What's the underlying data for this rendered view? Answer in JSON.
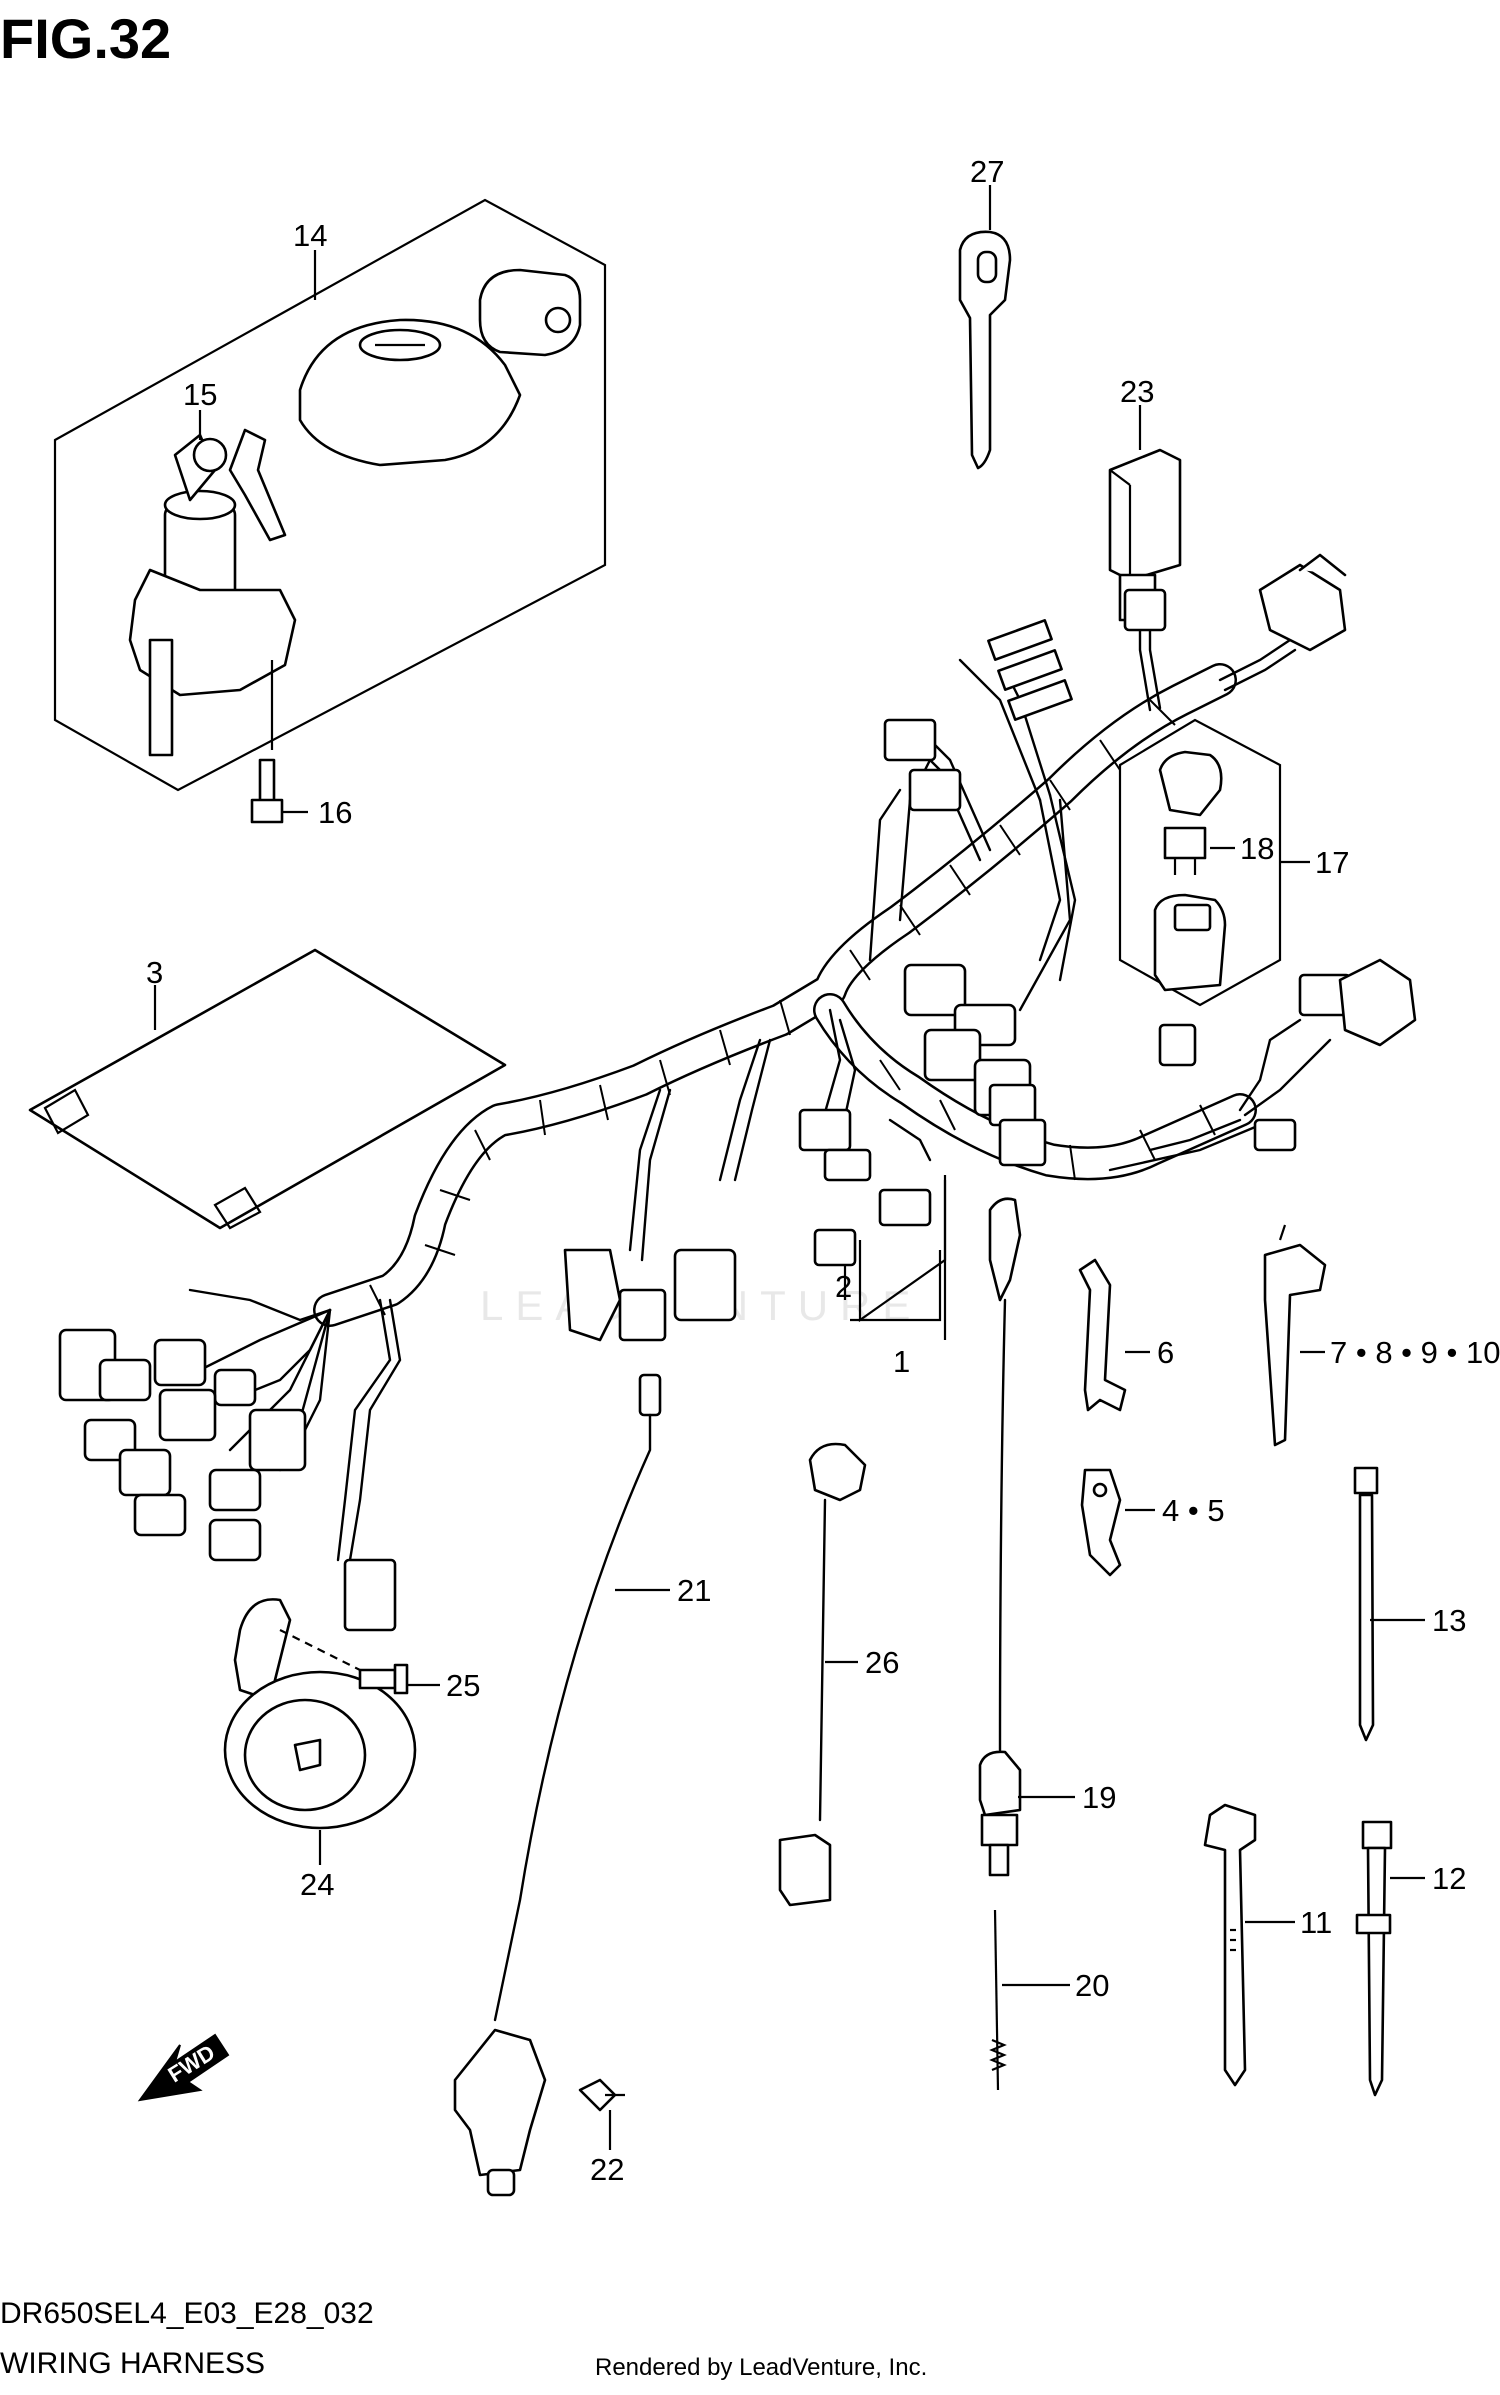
{
  "figure": {
    "title": "FIG.32",
    "diagram_code": "DR650SEL4_E03_E28_032",
    "name": "WIRING HARNESS",
    "credit": "Rendered by LeadVenture, Inc.",
    "watermark": "LEADVENTURE",
    "fwd_label": "FWD"
  },
  "callouts": {
    "c1": "1",
    "c2": "2",
    "c3": "3",
    "c4_5": "4 • 5",
    "c6": "6",
    "c7_10": "7 • 8 • 9 • 10",
    "c11": "11",
    "c12": "12",
    "c13": "13",
    "c14": "14",
    "c15": "15",
    "c16": "16",
    "c17": "17",
    "c18": "18",
    "c19": "19",
    "c20": "20",
    "c21": "21",
    "c22": "22",
    "c23": "23",
    "c24": "24",
    "c25": "25",
    "c26": "26",
    "c27": "27"
  }
}
